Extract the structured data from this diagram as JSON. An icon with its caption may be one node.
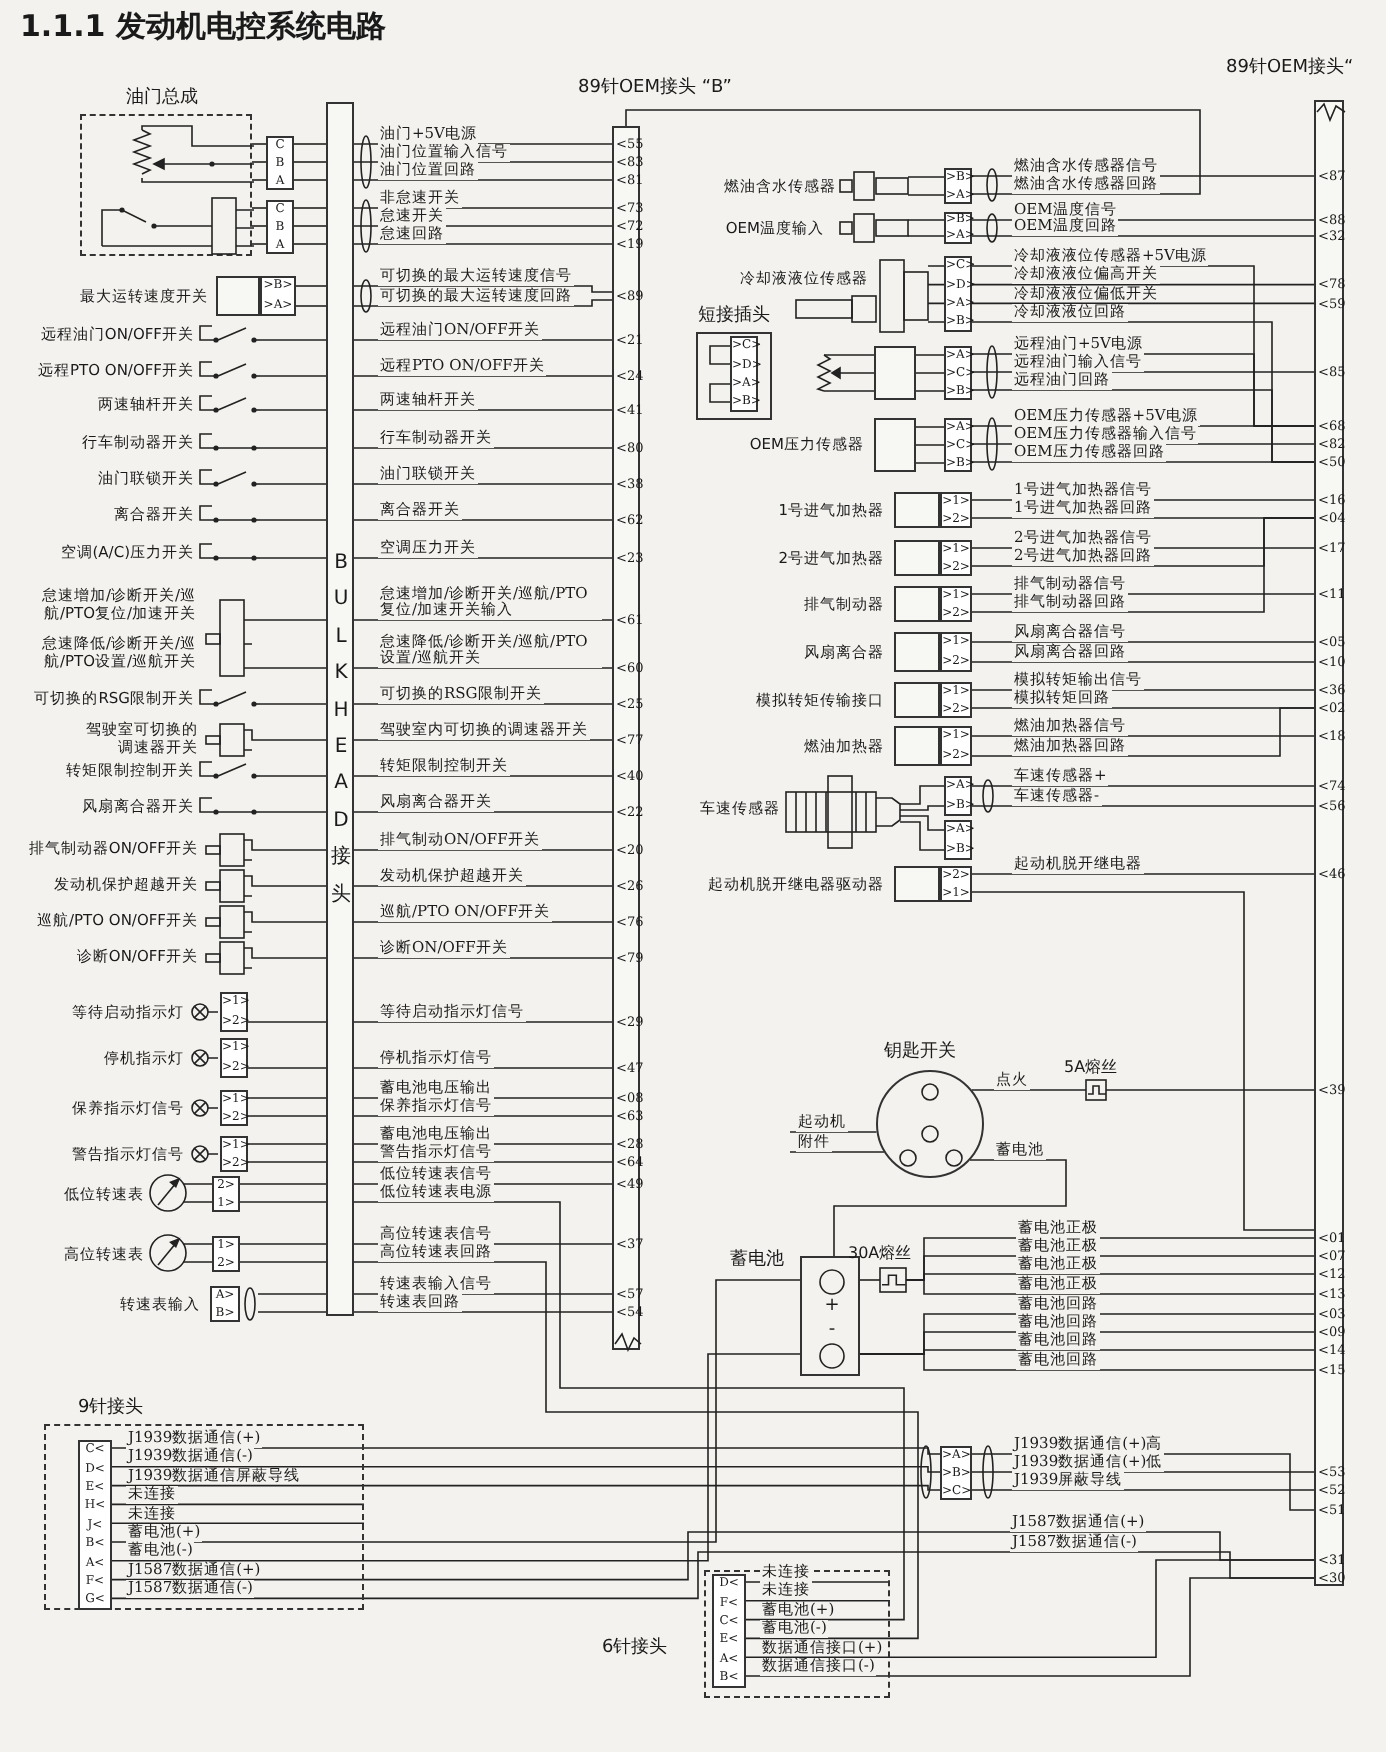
{
  "diagram": {
    "title": "1.1.1 发动机电控系统电路",
    "nodes": [
      {
        "text": [
          "油门总成"
        ]
      },
      {
        "text": [
          "C",
          "B",
          "A"
        ]
      },
      {
        "text": [
          "C",
          "B",
          "A"
        ]
      },
      {
        "text": [
          "最大运转速度开关",
          ">B>",
          ">A>"
        ]
      },
      {
        "text": [
          "远程油门ON/OFF开关"
        ]
      },
      {
        "text": [
          "远程PTO ON/OFF开关"
        ]
      },
      {
        "text": [
          "两速轴杆开关"
        ]
      },
      {
        "text": [
          "行车制动器开关"
        ]
      },
      {
        "text": [
          "油门联锁开关"
        ]
      },
      {
        "text": [
          "离合器开关"
        ]
      },
      {
        "text": [
          "空调(A/C)压力开关"
        ]
      },
      {
        "text": [
          "怠速增加/诊断开关/巡航/PTO复位/加速开关",
          "怠速降低/诊断开关/巡航/PTO设置/巡航开关"
        ]
      },
      {
        "text": [
          "可切换的RSG限制开关"
        ]
      },
      {
        "text": [
          "驾驶室可切换的调速器开关"
        ]
      },
      {
        "text": [
          "转矩限制控制开关"
        ]
      },
      {
        "text": [
          "风扇离合器开关"
        ]
      },
      {
        "text": [
          "排气制动器ON/OFF开关"
        ]
      },
      {
        "text": [
          "发动机保护超越开关"
        ]
      },
      {
        "text": [
          "巡航/PTO ON/OFF开关"
        ]
      },
      {
        "text": [
          "诊断ON/OFF开关"
        ]
      },
      {
        "text": [
          "等待启动指示灯",
          ">1>",
          ">2>"
        ]
      },
      {
        "text": [
          "停机指示灯",
          ">1>",
          ">2>"
        ]
      },
      {
        "text": [
          "保养指示灯信号",
          ">1>",
          ">2>"
        ]
      },
      {
        "text": [
          "警告指示灯信号",
          ">1>",
          ">2>"
        ]
      },
      {
        "text": [
          "低位转速表",
          "2>",
          "1>"
        ]
      },
      {
        "text": [
          "高位转速表",
          "1>",
          "2>"
        ]
      },
      {
        "text": [
          "转速表输入",
          "A>",
          "B>"
        ]
      },
      {
        "text": [
          "BULKHEAD接头"
        ]
      },
      {
        "text": [
          "89针OEM接头 “B”",
          "<55",
          "<83",
          "<81",
          "<73",
          "<72",
          "<19",
          "<89",
          "<21",
          "<24",
          "<41",
          "<80",
          "<38",
          "<62",
          "<23",
          "<61",
          "<60",
          "<25",
          "<77",
          "<40",
          "<22",
          "<20",
          "<26",
          "<76",
          "<79",
          "<29",
          "<47",
          "<08",
          "<63",
          "<28",
          "<64",
          "<49",
          "<37",
          "<57",
          "<54"
        ]
      },
      {
        "text": [
          "89针OEM接头“",
          "<87",
          "<88",
          "<32",
          "<78",
          "<59",
          "<85",
          "<68",
          "<82",
          "<50",
          "<16",
          "<04",
          "<17",
          "<11",
          "<05",
          "<10",
          "<36",
          "<02",
          "<18",
          "<74",
          "<56",
          "<46",
          "<39",
          "<01",
          "<07",
          "<12",
          "<13",
          "<03",
          "<09",
          "<14",
          "<15",
          "<53",
          "<52",
          "<51",
          "<31",
          "<30"
        ]
      },
      {
        "text": [
          "燃油含水传感器",
          ">B>",
          ">A>"
        ]
      },
      {
        "text": [
          "OEM温度输入",
          ">B>",
          ">A>"
        ]
      },
      {
        "text": [
          "冷却液液位传感器",
          ">C>",
          ">D>",
          ">A>",
          ">B>"
        ]
      },
      {
        "text": [
          "短接插头",
          ">C>",
          ">D>",
          ">A>",
          ">B>"
        ]
      },
      {
        "text": [
          ">A>",
          ">C>",
          ">B>"
        ]
      },
      {
        "text": [
          "OEM压力传感器",
          ">A>",
          ">C>",
          ">B>"
        ]
      },
      {
        "text": [
          "1号进气加热器",
          ">1>",
          ">2>"
        ]
      },
      {
        "text": [
          "2号进气加热器",
          ">1>",
          ">2>"
        ]
      },
      {
        "text": [
          "排气制动器",
          ">1>",
          ">2>"
        ]
      },
      {
        "text": [
          "风扇离合器",
          ">1>",
          ">2>"
        ]
      },
      {
        "text": [
          "模拟转矩传输接口",
          ">1>",
          ">2>"
        ]
      },
      {
        "text": [
          "燃油加热器",
          ">1>",
          ">2>"
        ]
      },
      {
        "text": [
          "车速传感器",
          ">A>",
          ">B>",
          ">A>",
          ">B>"
        ]
      },
      {
        "text": [
          "起动机脱开继电器驱动器",
          ">2>",
          ">1>"
        ]
      },
      {
        "text": [
          "钥匙开关"
        ]
      },
      {
        "text": [
          "5A熔丝"
        ]
      },
      {
        "text": [
          "蓄电池",
          "+",
          "-"
        ]
      },
      {
        "text": [
          "30A熔丝"
        ]
      },
      {
        "text": [
          ">A>",
          ">B>",
          ">C>"
        ]
      },
      {
        "text": [
          "9针接头"
        ]
      },
      {
        "text": [
          "C<",
          "D<",
          "E<",
          "H<",
          "J<",
          "B<",
          "A<",
          "F<",
          "G<"
        ],
        "in": 49
      },
      {
        "text": [
          "6针接头"
        ]
      },
      {
        "text": [
          "D<",
          "F<",
          "C<",
          "E<",
          "A<",
          "B<"
        ],
        "in": 51
      }
    ],
    "edges": [
      {
        "from": 1,
        "to": 27,
        "arrow": "none"
      },
      {
        "from": 27,
        "to": 28,
        "arrow": "none",
        "label": "油门+5V电源"
      },
      {
        "from": 1,
        "to": 27,
        "arrow": "none"
      },
      {
        "from": 27,
        "to": 28,
        "arrow": "none",
        "label": "油门位置输入信号"
      },
      {
        "from": 1,
        "to": 27,
        "arrow": "none"
      },
      {
        "from": 27,
        "to": 28,
        "arrow": "none",
        "label": "油门位置回路"
      },
      {
        "from": 2,
        "to": 27,
        "arrow": "none"
      },
      {
        "from": 27,
        "to": 28,
        "arrow": "none",
        "label": "非怠速开关"
      },
      {
        "from": 2,
        "to": 27,
        "arrow": "none"
      },
      {
        "from": 27,
        "to": 28,
        "arrow": "none",
        "label": "怠速开关"
      },
      {
        "from": 2,
        "to": 27,
        "arrow": "none"
      },
      {
        "from": 27,
        "to": 28,
        "arrow": "none",
        "label": "怠速回路"
      },
      {
        "from": 3,
        "to": 27,
        "arrow": "none"
      },
      {
        "from": 27,
        "to": 28,
        "arrow": "none",
        "label": "可切换的最大运转速度信号"
      },
      {
        "from": 3,
        "to": 27,
        "arrow": "none"
      },
      {
        "from": 27,
        "to": 28,
        "arrow": "none",
        "label": "可切换的最大运转速度回路"
      },
      {
        "from": 4,
        "to": 27,
        "arrow": "none"
      },
      {
        "from": 27,
        "to": 28,
        "arrow": "none",
        "label": "远程油门ON/OFF开关"
      },
      {
        "from": 5,
        "to": 27,
        "arrow": "none"
      },
      {
        "from": 27,
        "to": 28,
        "arrow": "none",
        "label": "远程PTO ON/OFF开关"
      },
      {
        "from": 6,
        "to": 27,
        "arrow": "none"
      },
      {
        "from": 27,
        "to": 28,
        "arrow": "none",
        "label": "两速轴杆开关"
      },
      {
        "from": 7,
        "to": 27,
        "arrow": "none"
      },
      {
        "from": 27,
        "to": 28,
        "arrow": "none",
        "label": "行车制动器开关"
      },
      {
        "from": 8,
        "to": 27,
        "arrow": "none"
      },
      {
        "from": 27,
        "to": 28,
        "arrow": "none",
        "label": "油门联锁开关"
      },
      {
        "from": 9,
        "to": 27,
        "arrow": "none"
      },
      {
        "from": 27,
        "to": 28,
        "arrow": "none",
        "label": "离合器开关"
      },
      {
        "from": 10,
        "to": 27,
        "arrow": "none"
      },
      {
        "from": 27,
        "to": 28,
        "arrow": "none",
        "label": "空调压力开关"
      },
      {
        "from": 11,
        "to": 27,
        "arrow": "none"
      },
      {
        "from": 27,
        "to": 28,
        "arrow": "none",
        "label": "怠速增加/诊断开关/巡航/PTO复位/加速开关输入"
      },
      {
        "from": 11,
        "to": 27,
        "arrow": "none"
      },
      {
        "from": 27,
        "to": 28,
        "arrow": "none",
        "label": "怠速降低/诊断开关/巡航/PTO设置/巡航开关"
      },
      {
        "from": 12,
        "to": 27,
        "arrow": "none"
      },
      {
        "from": 27,
        "to": 28,
        "arrow": "none",
        "label": "可切换的RSG限制开关"
      },
      {
        "from": 13,
        "to": 27,
        "arrow": "none"
      },
      {
        "from": 27,
        "to": 28,
        "arrow": "none",
        "label": "驾驶室内可切换的调速器开关"
      },
      {
        "from": 14,
        "to": 27,
        "arrow": "none"
      },
      {
        "from": 27,
        "to": 28,
        "arrow": "none",
        "label": "转矩限制控制开关"
      },
      {
        "from": 15,
        "to": 27,
        "arrow": "none"
      },
      {
        "from": 27,
        "to": 28,
        "arrow": "none",
        "label": "风扇离合器开关"
      },
      {
        "from": 16,
        "to": 27,
        "arrow": "none"
      },
      {
        "from": 27,
        "to": 28,
        "arrow": "none",
        "label": "排气制动ON/OFF开关"
      },
      {
        "from": 17,
        "to": 27,
        "arrow": "none"
      },
      {
        "from": 27,
        "to": 28,
        "arrow": "none",
        "label": "发动机保护超越开关"
      },
      {
        "from": 18,
        "to": 27,
        "arrow": "none"
      },
      {
        "from": 27,
        "to": 28,
        "arrow": "none",
        "label": "巡航/PTO ON/OFF开关"
      },
      {
        "from": 19,
        "to": 27,
        "arrow": "none"
      },
      {
        "from": 27,
        "to": 28,
        "arrow": "none",
        "label": "诊断ON/OFF开关"
      },
      {
        "from": 20,
        "to": 27,
        "arrow": "none"
      },
      {
        "from": 27,
        "to": 28,
        "arrow": "none",
        "label": "等待启动指示灯信号"
      },
      {
        "from": 21,
        "to": 27,
        "arrow": "none"
      },
      {
        "from": 27,
        "to": 28,
        "arrow": "none",
        "label": "停机指示灯信号"
      },
      {
        "from": 22,
        "to": 27,
        "arrow": "none"
      },
      {
        "from": 27,
        "to": 28,
        "arrow": "none",
        "label": "蓄电池电压输出"
      },
      {
        "from": 22,
        "to": 27,
        "arrow": "none"
      },
      {
        "from": 27,
        "to": 28,
        "arrow": "none",
        "label": "保养指示灯信号"
      },
      {
        "from": 23,
        "to": 27,
        "arrow": "none"
      },
      {
        "from": 27,
        "to": 28,
        "arrow": "none",
        "label": "蓄电池电压输出"
      },
      {
        "from": 23,
        "to": 27,
        "arrow": "none"
      },
      {
        "from": 27,
        "to": 28,
        "arrow": "none",
        "label": "警告指示灯信号"
      },
      {
        "from": 24,
        "to": 27,
        "arrow": "none"
      },
      {
        "from": 27,
        "to": 28,
        "arrow": "none",
        "label": "低位转速表信号"
      },
      {
        "from": 24,
        "to": 27,
        "arrow": "none"
      },
      {
        "from": 27,
        "to": 52,
        "arrow": "none",
        "label": "低位转速表电源"
      },
      {
        "from": 25,
        "to": 27,
        "arrow": "none"
      },
      {
        "from": 27,
        "to": 28,
        "arrow": "none",
        "label": "高位转速表信号"
      },
      {
        "from": 25,
        "to": 27,
        "arrow": "none"
      },
      {
        "from": 27,
        "to": 52,
        "arrow": "none",
        "label": "高位转速表回路"
      },
      {
        "from": 26,
        "to": 27,
        "arrow": "none"
      },
      {
        "from": 27,
        "to": 28,
        "arrow": "none",
        "label": "转速表输入信号"
      },
      {
        "from": 26,
        "to": 27,
        "arrow": "none"
      },
      {
        "from": 27,
        "to": 28,
        "arrow": "none",
        "label": "转速表回路"
      },
      {
        "from": 30,
        "to": 29,
        "arrow": "none",
        "label": "燃油含水传感器信号"
      },
      {
        "from": 30,
        "to": 28,
        "arrow": "none",
        "label": "燃油含水传感器回路"
      },
      {
        "from": 31,
        "to": 29,
        "arrow": "none",
        "label": "OEM温度信号"
      },
      {
        "from": 31,
        "to": 29,
        "arrow": "none",
        "label": "OEM温度回路"
      },
      {
        "from": 32,
        "to": 29,
        "arrow": "none",
        "label": "冷却液液位传感器+5V电源"
      },
      {
        "from": 32,
        "to": 29,
        "arrow": "none",
        "label": "冷却液液位偏高开关"
      },
      {
        "from": 32,
        "to": 29,
        "arrow": "none",
        "label": "冷却液液位偏低开关"
      },
      {
        "from": 32,
        "to": 29,
        "arrow": "none",
        "label": "冷却液液位回路"
      },
      {
        "from": 34,
        "to": 29,
        "arrow": "none",
        "label": "远程油门+5V电源"
      },
      {
        "from": 34,
        "to": 29,
        "arrow": "none",
        "label": "远程油门输入信号"
      },
      {
        "from": 34,
        "to": 29,
        "arrow": "none",
        "label": "远程油门回路"
      },
      {
        "from": 35,
        "to": 29,
        "arrow": "none",
        "label": "OEM压力传感器+5V电源"
      },
      {
        "from": 35,
        "to": 29,
        "arrow": "none",
        "label": "OEM压力传感器输入信号"
      },
      {
        "from": 35,
        "to": 29,
        "arrow": "none",
        "label": "OEM压力传感器回路"
      },
      {
        "from": 36,
        "to": 29,
        "arrow": "none",
        "label": "1号进气加热器信号"
      },
      {
        "from": 36,
        "to": 29,
        "arrow": "none",
        "label": "1号进气加热器回路"
      },
      {
        "from": 37,
        "to": 29,
        "arrow": "none",
        "label": "2号进气加热器信号"
      },
      {
        "from": 37,
        "to": 29,
        "arrow": "none",
        "label": "2号进气加热器回路"
      },
      {
        "from": 38,
        "to": 29,
        "arrow": "none",
        "label": "排气制动器信号"
      },
      {
        "from": 38,
        "to": 29,
        "arrow": "none",
        "label": "排气制动器回路"
      },
      {
        "from": 39,
        "to": 29,
        "arrow": "none",
        "label": "风扇离合器信号"
      },
      {
        "from": 39,
        "to": 29,
        "arrow": "none",
        "label": "风扇离合器回路"
      },
      {
        "from": 40,
        "to": 29,
        "arrow": "none",
        "label": "模拟转矩输出信号"
      },
      {
        "from": 40,
        "to": 29,
        "arrow": "none",
        "label": "模拟转矩回路"
      },
      {
        "from": 41,
        "to": 29,
        "arrow": "none",
        "label": "燃油加热器信号"
      },
      {
        "from": 41,
        "to": 29,
        "arrow": "none",
        "label": "燃油加热器回路"
      },
      {
        "from": 42,
        "to": 29,
        "arrow": "none",
        "label": "车速传感器+"
      },
      {
        "from": 42,
        "to": 29,
        "arrow": "none",
        "label": "车速传感器-"
      },
      {
        "from": 43,
        "to": 29,
        "arrow": "none",
        "label": "起动机脱开继电器"
      },
      {
        "from": 43,
        "to": 29,
        "arrow": "none"
      },
      {
        "from": 44,
        "to": 45,
        "arrow": "none",
        "label": "点火"
      },
      {
        "from": 45,
        "to": 29,
        "arrow": "none"
      },
      {
        "from": null,
        "to": 44,
        "arrow": "none",
        "label": "起动机"
      },
      {
        "from": null,
        "to": 44,
        "arrow": "none",
        "label": "附件"
      },
      {
        "from": 44,
        "to": 46,
        "arrow": "none",
        "label": "蓄电池"
      },
      {
        "from": 46,
        "to": 47,
        "arrow": "none"
      },
      {
        "from": 47,
        "to": 29,
        "arrow": "none",
        "label": "蓄电池正极"
      },
      {
        "from": 47,
        "to": 29,
        "arrow": "none",
        "label": "蓄电池正极"
      },
      {
        "from": 47,
        "to": 29,
        "arrow": "none",
        "label": "蓄电池正极"
      },
      {
        "from": 47,
        "to": 29,
        "arrow": "none",
        "label": "蓄电池正极"
      },
      {
        "from": 46,
        "to": 29,
        "arrow": "none",
        "label": "蓄电池回路"
      },
      {
        "from": 46,
        "to": 29,
        "arrow": "none",
        "label": "蓄电池回路"
      },
      {
        "from": 46,
        "to": 29,
        "arrow": "none",
        "label": "蓄电池回路"
      },
      {
        "from": 46,
        "to": 29,
        "arrow": "none",
        "label": "蓄电池回路"
      },
      {
        "from": 50,
        "to": 48,
        "arrow": "none",
        "label": "J1939数据通信(+)"
      },
      {
        "from": 50,
        "to": 48,
        "arrow": "none",
        "label": "J1939数据通信(-)"
      },
      {
        "from": 50,
        "to": 48,
        "arrow": "none",
        "label": "J1939数据通信屏蔽导线"
      },
      {
        "from": 50,
        "to": 46,
        "arrow": "none",
        "label": "蓄电池(+)"
      },
      {
        "from": 50,
        "to": 46,
        "arrow": "none",
        "label": "蓄电池(-)"
      },
      {
        "from": 50,
        "to": 29,
        "arrow": "none",
        "label": "J1587数据通信(+)"
      },
      {
        "from": 50,
        "to": 29,
        "arrow": "none",
        "label": "J1587数据通信(-)"
      },
      {
        "from": 48,
        "to": 29,
        "arrow": "none",
        "label": "J1939数据通信(+)高"
      },
      {
        "from": 48,
        "to": 29,
        "arrow": "none",
        "label": "J1939数据通信(+)低"
      },
      {
        "from": 48,
        "to": 29,
        "arrow": "none",
        "label": "J1939屏蔽导线"
      },
      {
        "from": 52,
        "to": 29,
        "arrow": "none",
        "label": "数据通信接口(+)"
      },
      {
        "from": 52,
        "to": 29,
        "arrow": "none",
        "label": "数据通信接口(-)"
      },
      {
        "from": 0,
        "to": 1,
        "arrow": "none"
      },
      {
        "from": 0,
        "to": 1,
        "arrow": "none"
      },
      {
        "from": 0,
        "to": 1,
        "arrow": "none"
      },
      {
        "from": 0,
        "to": 2,
        "arrow": "none"
      },
      {
        "from": 0,
        "to": 2,
        "arrow": "none"
      },
      {
        "from": 0,
        "to": 2,
        "arrow": "none"
      }
    ],
    "labels": [
      "未连接",
      "未连接",
      "J1587数据通信(+)",
      "J1587数据通信(-)",
      "未连接",
      "未连接",
      "蓄电池(+)",
      "蓄电池(-)"
    ]
  }
}
